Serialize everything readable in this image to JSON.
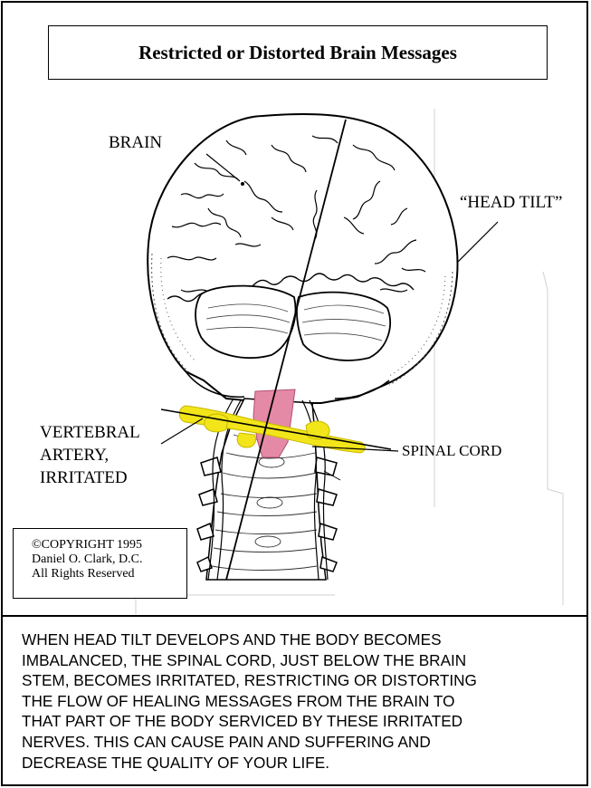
{
  "title": "Restricted or Distorted Brain Messages",
  "labels": {
    "brain": "BRAIN",
    "head_tilt": "“HEAD TILT”",
    "vertebral_artery": [
      "VERTEBRAL",
      "ARTERY,",
      "IRRITATED"
    ],
    "spinal_cord": "SPINAL CORD"
  },
  "copyright": {
    "line1": "©COPYRIGHT 1995",
    "line2": "Daniel O. Clark, D.C.",
    "line3": "All Rights Reserved"
  },
  "caption": [
    "WHEN HEAD TILT DEVELOPS AND THE BODY BECOMES",
    "IMBALANCED, THE SPINAL CORD, JUST BELOW THE BRAIN",
    "STEM, BECOMES IRRITATED, RESTRICTING OR DISTORTING",
    "THE FLOW OF HEALING MESSAGES FROM THE BRAIN TO",
    "THAT PART OF THE BODY SERVICED BY THESE IRRITATED",
    "NERVES.  THIS CAN CAUSE PAIN AND SUFFERING AND",
    "DECREASE THE QUALITY OF YOUR LIFE."
  ],
  "colors": {
    "highlight_band": "#f2e51a",
    "brain_stem": "#e58aa6",
    "ink": "#000000"
  }
}
